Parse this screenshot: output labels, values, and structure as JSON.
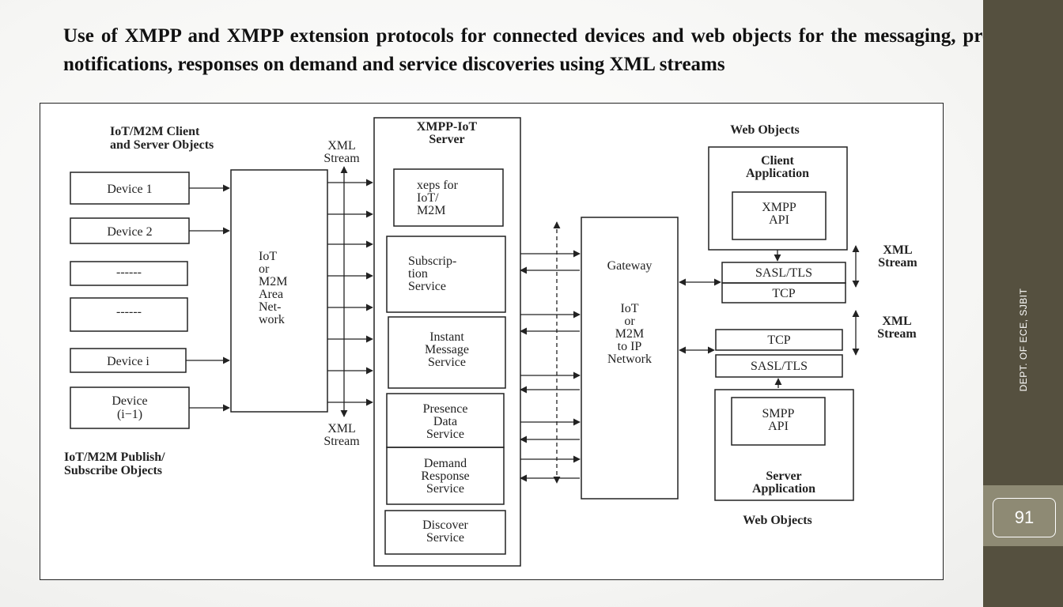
{
  "slide": {
    "title": "Use of XMPP and XMPP extension protocols for connected devices and web objects for the messaging, presence notifications, responses on demand and service discoveries using XML streams",
    "side_label": "DEPT. OF ECE, SJBIT",
    "page_number": "91",
    "colors": {
      "sidebar": "#55503f",
      "page_band": "#8e8a74"
    }
  },
  "diagram": {
    "client_heading": [
      "IoT/M2M Client",
      "and Server Objects"
    ],
    "publish_heading": [
      "IoT/M2M Publish/",
      "Subscribe Objects"
    ],
    "devices": {
      "device1": [
        "Device 1"
      ],
      "device2": [
        "Device 2"
      ],
      "dots1": [
        "------"
      ],
      "dots2": [
        "------"
      ],
      "devicei": [
        "Device i"
      ],
      "devicei1": [
        "Device",
        "(i−1)"
      ]
    },
    "area_network": [
      "IoT",
      "or",
      "M2M",
      "Area",
      "Net-",
      "work"
    ],
    "xml_stream_top": [
      "XML",
      "Stream"
    ],
    "xml_stream_bottom": [
      "XML",
      "Stream"
    ],
    "server_title": [
      "XMPP-IoT",
      "Server"
    ],
    "services": {
      "xeps": [
        "xeps for",
        "IoT/",
        "M2M"
      ],
      "subscription": [
        "Subscrip-",
        "tion",
        "Service"
      ],
      "instant": [
        "Instant",
        "Message",
        "Service"
      ],
      "presence": [
        "Presence",
        "Data",
        "Service"
      ],
      "demand": [
        "Demand",
        "Response",
        "Service"
      ],
      "discover": [
        "Discover",
        "Service"
      ]
    },
    "gateway": [
      "Gateway"
    ],
    "iot_network": [
      "IoT",
      "or",
      "M2M",
      "to IP",
      "Network"
    ],
    "web_objects_top": [
      "Web Objects"
    ],
    "web_objects_bottom": [
      "Web Objects"
    ],
    "client_app": [
      "Client",
      "Application"
    ],
    "xmpp_api": [
      "XMPP",
      "API"
    ],
    "sasl_top": [
      "SASL/TLS"
    ],
    "tcp_top": [
      "TCP"
    ],
    "xml_stream_right1": [
      "XML",
      "Stream"
    ],
    "xml_stream_right2": [
      "XML",
      "Stream"
    ],
    "tcp_bottom": [
      "TCP"
    ],
    "sasl_bottom": [
      "SASL/TLS"
    ],
    "smpp_api": [
      "SMPP",
      "API"
    ],
    "server_app": [
      "Server",
      "Application"
    ]
  }
}
